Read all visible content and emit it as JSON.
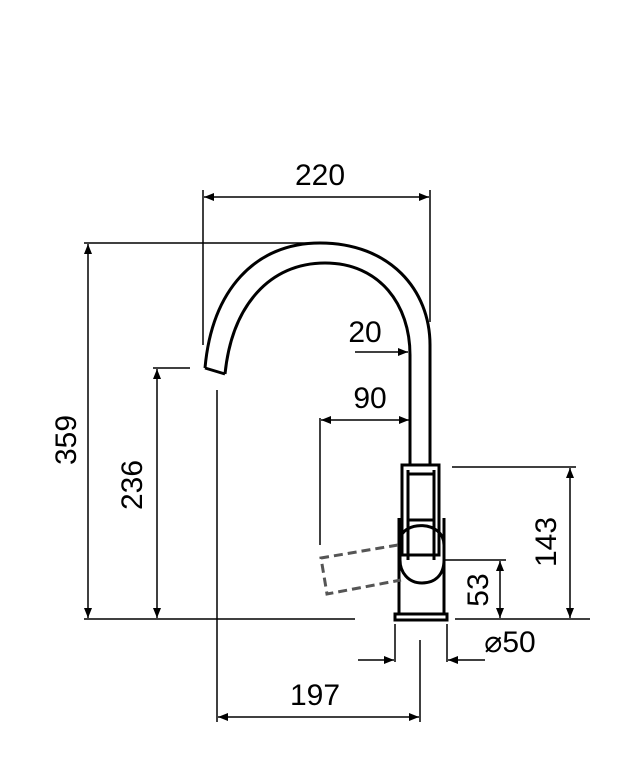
{
  "title": "Faucet dimension drawing",
  "dimensions": {
    "spout_reach": "220",
    "total_height": "359",
    "spout_height": "236",
    "spout_offset": "20",
    "lever_swing": "90",
    "body_height": "143",
    "lever_height": "53",
    "base_diameter": "⌀50",
    "center_distance": "197"
  },
  "colors": {
    "line": "#000000",
    "dashed": "#555555"
  }
}
